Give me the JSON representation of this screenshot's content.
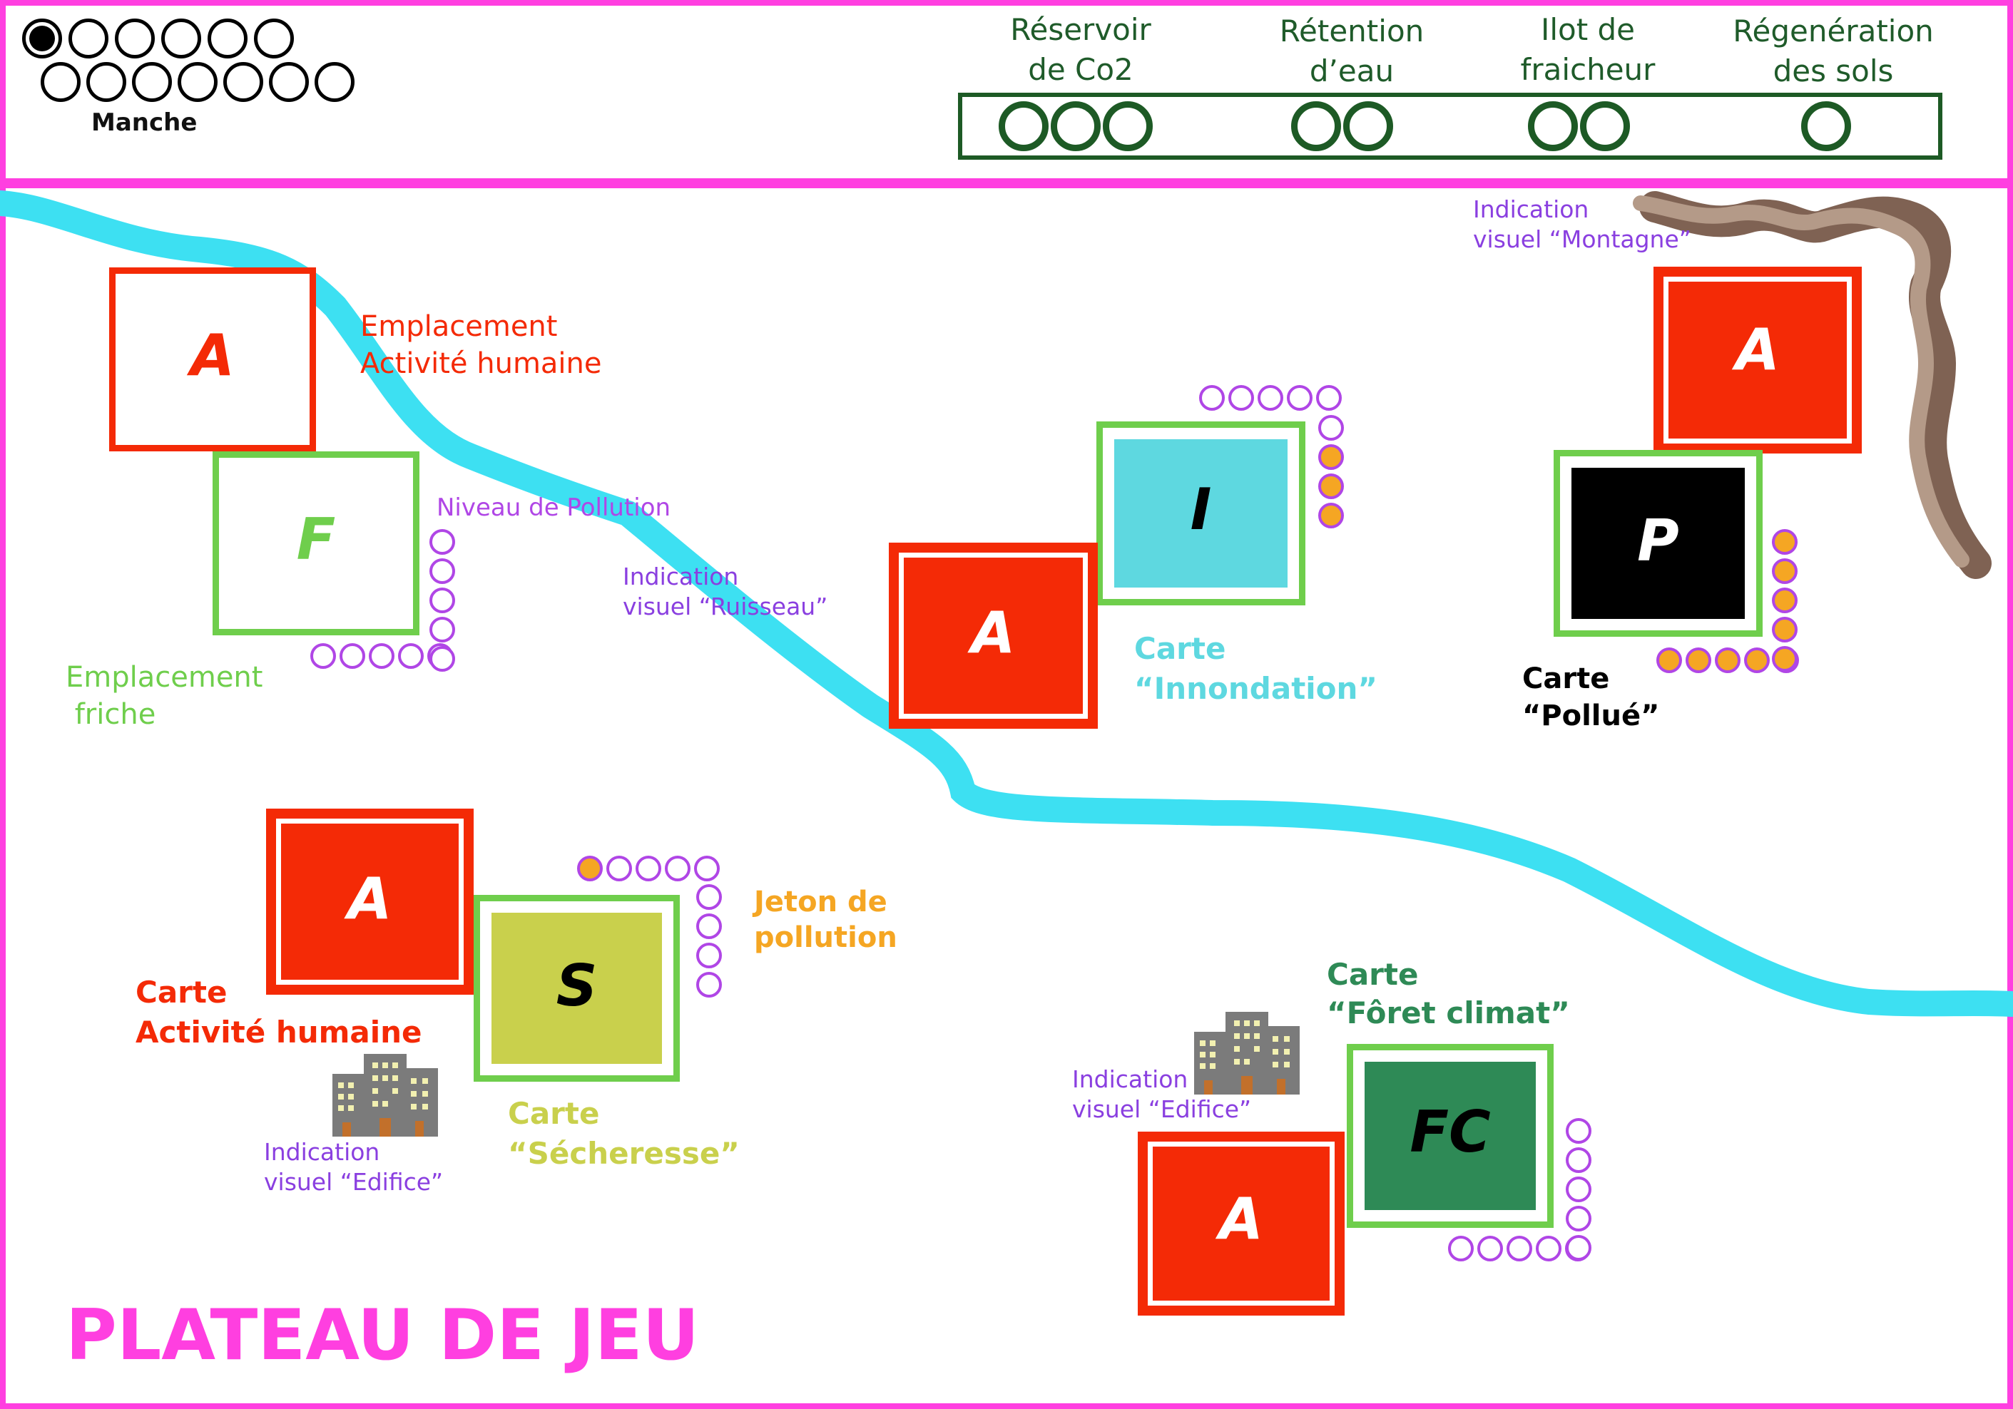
{
  "round": {
    "label": "Manche",
    "total": 13,
    "current": 1
  },
  "indicators": {
    "items": [
      {
        "label": "Réservoir\nde Co2",
        "rings": 3
      },
      {
        "label": "Rétention\nd’eau",
        "rings": 2
      },
      {
        "label": "Ilot de\nfraicheur",
        "rings": 2
      },
      {
        "label": "Régenération\ndes sols",
        "rings": 1
      }
    ]
  },
  "board": {
    "title": "PLATEAU DE JEU",
    "cards": {
      "activity_1": "A",
      "friche": "F",
      "activity_2": "A",
      "inondation": "I",
      "activity_3": "A",
      "pollue": "P",
      "activity_4": "A",
      "secheresse": "S",
      "activity_5": "A",
      "foret": "FC"
    },
    "labels": {
      "emplacement_activite": "Emplacement\nActivité humaine",
      "niveau_pollution": "Niveau de Pollution",
      "emplacement_friche": "Emplacement\n friche",
      "indication_ruisseau": "Indication\nvisuel “Ruisseau”",
      "carte_inondation": "Carte\n“Innondation”",
      "indication_montagne": "Indication\nvisuel “Montagne”",
      "carte_pollue": "Carte\n“Pollué”",
      "carte_activite": "Carte\nActivité humaine",
      "indication_edifice_1": "Indication\nvisuel “Edifice”",
      "carte_secheresse": "Carte\n“Sécheresse”",
      "jeton_pollution": "Jeton de\npollution",
      "carte_foret": "Carte\n“Fôret climat”",
      "indication_edifice_2": "Indication\nvisuel “Edifice”"
    }
  },
  "colors": {
    "frame": "#ff3fe0",
    "activity": "#f42a06",
    "friche": "#6fce4c",
    "inondation": "#5ed8e0",
    "pollue": "#000000",
    "secheresse": "#c9d04c",
    "foret": "#2e8a56",
    "river": "#3de0f2",
    "mountain": "#9a7b6a",
    "pollution_token": "#f5a623",
    "pollution_empty": "#b046e6",
    "indicator": "#1d5a25",
    "annotation": "#8a3fe0"
  },
  "icons": [
    "building-icon",
    "building-icon"
  ]
}
